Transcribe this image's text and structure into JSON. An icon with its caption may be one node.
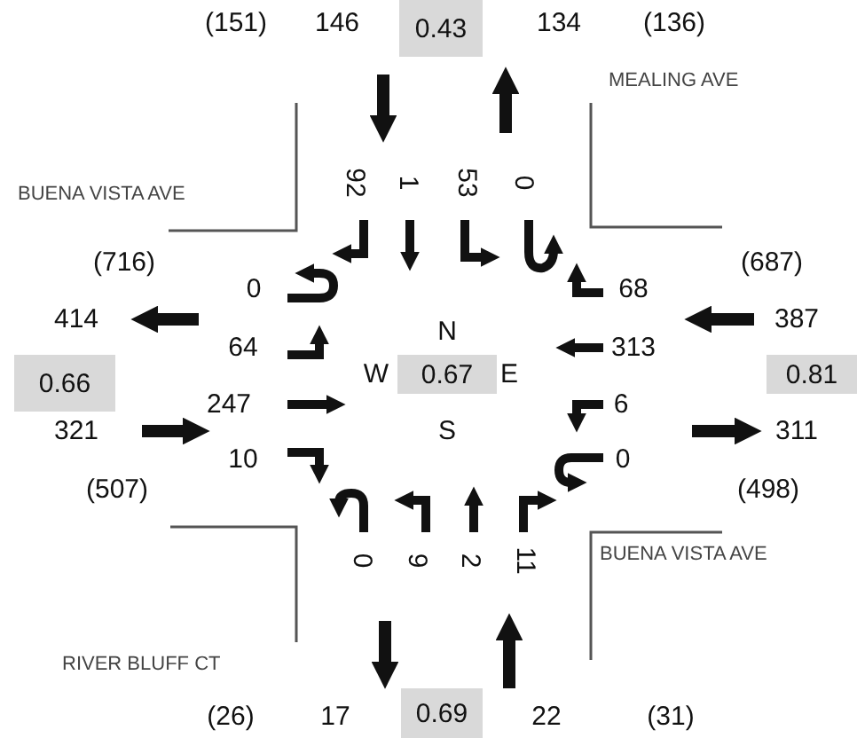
{
  "diagram": {
    "nodes": [
      {
        "text": [
          "0.43"
        ]
      },
      {
        "text": [
          "0.66"
        ]
      },
      {
        "text": [
          "0.67"
        ]
      },
      {
        "text": [
          "0.81"
        ]
      },
      {
        "text": [
          "0.69"
        ]
      }
    ],
    "labels": [
      "(151)",
      "146",
      "134",
      "(136)",
      "MEALING AVE",
      "92",
      "1",
      "53",
      "0",
      "BUENA VISTA AVE",
      "(716)",
      "(687)",
      "0",
      "68",
      "414",
      "387",
      "64",
      "N",
      "313",
      "W",
      "E",
      "247",
      "6",
      "321",
      "S",
      "311",
      "10",
      "0",
      "(507)",
      "(498)",
      "0",
      "9",
      "2",
      "11",
      "BUENA VISTA AVE",
      "RIVER BLUFF CT",
      "(26)",
      "17",
      "22",
      "(31)"
    ]
  }
}
